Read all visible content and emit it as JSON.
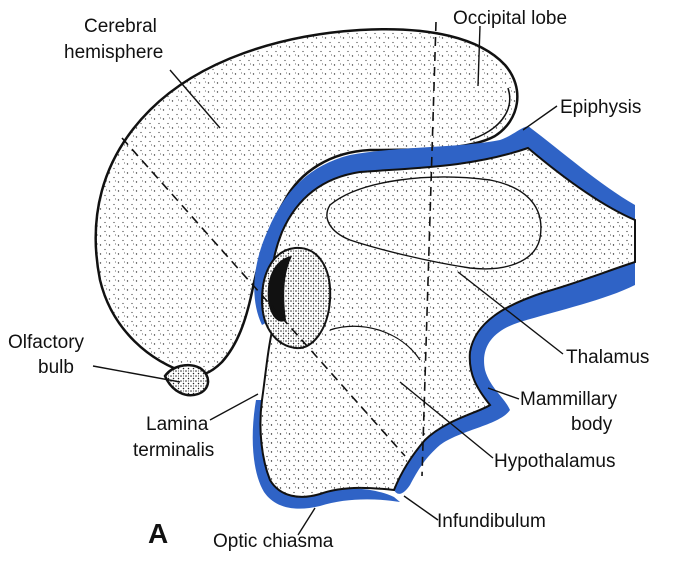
{
  "figure": {
    "panel_letter": "A",
    "colors": {
      "ventricle": "#2f63c6",
      "outline": "#111111",
      "tissue": "#ffffff",
      "stipple": "#222222"
    }
  },
  "labels": {
    "cerebral_hemisphere_1": "Cerebral",
    "cerebral_hemisphere_2": "hemisphere",
    "occipital_lobe": "Occipital lobe",
    "epiphysis": "Epiphysis",
    "olfactory_bulb_1": "Olfactory",
    "olfactory_bulb_2": "bulb",
    "thalamus": "Thalamus",
    "mammillary_body_1": "Mammillary",
    "mammillary_body_2": "body",
    "lamina_terminalis_1": "Lamina",
    "lamina_terminalis_2": "terminalis",
    "hypothalamus": "Hypothalamus",
    "infundibulum": "Infundibulum",
    "optic_chiasma": "Optic chiasma"
  }
}
